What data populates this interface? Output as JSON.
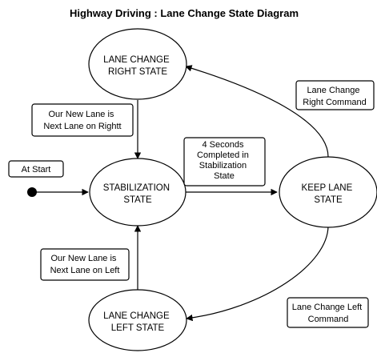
{
  "title": "Highway Driving : Lane Change State Diagram",
  "states": [
    {
      "id": "lane-change-right-state",
      "lines": [
        "LANE CHANGE",
        "RIGHT STATE"
      ]
    },
    {
      "id": "stabilization-state",
      "lines": [
        "STABILIZATION",
        "STATE"
      ]
    },
    {
      "id": "keep-lane-state",
      "lines": [
        "KEEP LANE",
        "STATE"
      ]
    },
    {
      "id": "lane-change-left-state",
      "lines": [
        "LANE CHANGE",
        "LEFT STATE"
      ]
    }
  ],
  "notes": [
    {
      "id": "at-start-note",
      "lines": [
        "At Start"
      ]
    },
    {
      "id": "new-lane-right-note",
      "lines": [
        "Our New Lane is",
        "Next Lane on Rightt"
      ]
    },
    {
      "id": "four-seconds-note",
      "lines": [
        "4 Seconds",
        "Completed in",
        "Stabilization",
        "State"
      ]
    },
    {
      "id": "lane-change-right-command-note",
      "lines": [
        "Lane Change",
        "Right Command"
      ]
    },
    {
      "id": "new-lane-left-note",
      "lines": [
        "Our New Lane is",
        "Next Lane on Left"
      ]
    },
    {
      "id": "lane-change-left-command-note",
      "lines": [
        "Lane Change Left",
        "Command"
      ]
    }
  ],
  "transitions": [
    {
      "from": "initial",
      "to": "stabilization-state",
      "note": "at-start-note"
    },
    {
      "from": "lane-change-right-state",
      "to": "stabilization-state",
      "note": "new-lane-right-note"
    },
    {
      "from": "stabilization-state",
      "to": "keep-lane-state",
      "note": "four-seconds-note"
    },
    {
      "from": "keep-lane-state",
      "to": "lane-change-right-state",
      "note": "lane-change-right-command-note"
    },
    {
      "from": "lane-change-left-state",
      "to": "stabilization-state",
      "note": "new-lane-left-note"
    },
    {
      "from": "keep-lane-state",
      "to": "lane-change-left-state",
      "note": "lane-change-left-command-note"
    }
  ]
}
